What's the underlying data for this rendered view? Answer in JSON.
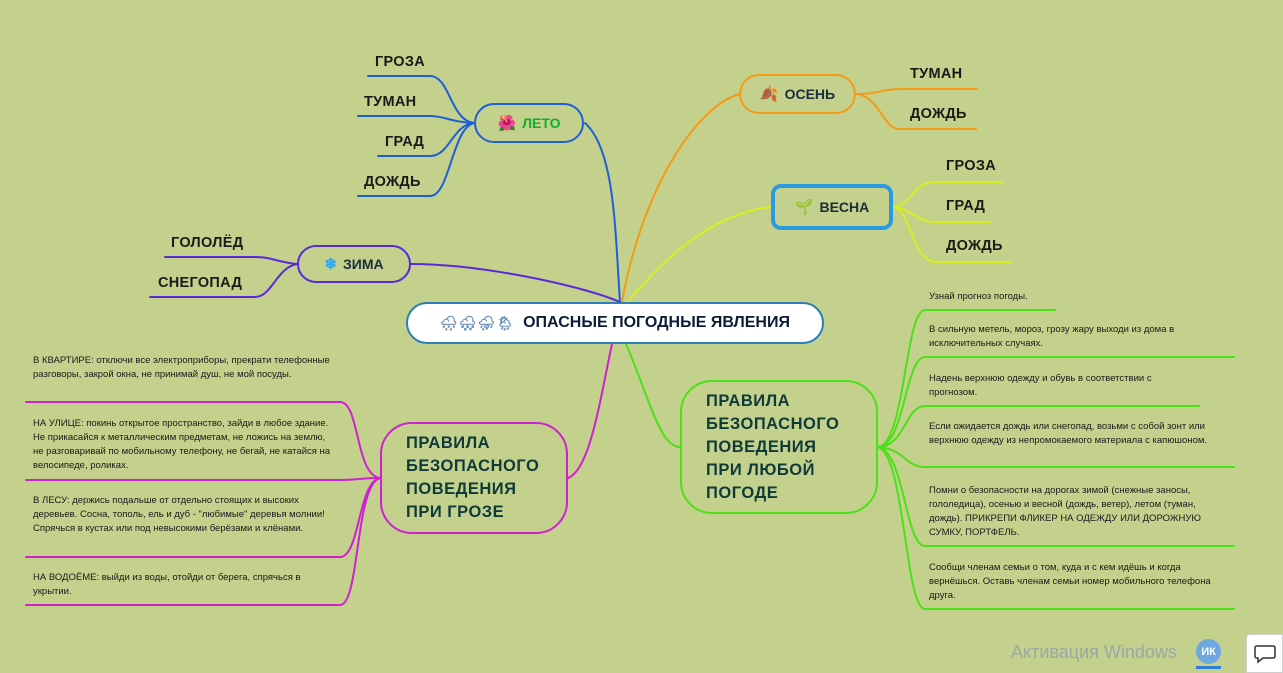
{
  "root": {
    "icons": "🌧🌨⛈🌦",
    "title": "ОПАСНЫЕ ПОГОДНЫЕ ЯВЛЕНИЯ"
  },
  "branches": {
    "leto": {
      "icon": "🌺",
      "label": "ЛЕТО",
      "color": "#1f5fd6",
      "items": [
        "ГРОЗА",
        "ТУМАН",
        "ГРАД",
        "ДОЖДЬ"
      ]
    },
    "zima": {
      "icon": "❄",
      "label": "ЗИМА",
      "color": "#5a2ad8",
      "items": [
        "ГОЛОЛЁД",
        "СНЕГОПАД"
      ]
    },
    "osen": {
      "icon": "🍂",
      "label": "ОСЕНЬ",
      "color": "#f59a18",
      "items": [
        "ТУМАН",
        "ДОЖДЬ"
      ]
    },
    "vesna": {
      "icon": "🌱",
      "label": "ВЕСНА",
      "color": "#d8ef20",
      "items": [
        "ГРОЗА",
        "ГРАД",
        "ДОЖДЬ"
      ]
    }
  },
  "groza_rules": {
    "label": "ПРАВИЛА БЕЗОПАСНОГО ПОВЕДЕНИЯ ПРИ   ГРОЗЕ",
    "color": "#d020d0",
    "items": [
      "В КВАРТИРЕ: отключи все электроприборы, прекрати телефонные разговоры, закрой окна, не принимай душ, не мой посуды.",
      "НА УЛИЦЕ: покинь открытое пространство,  зайди в любое здание. Не прикасайся к металлическим предметам, не ложись на землю, не разговаривай по мобильному телефону, не бегай, не катайся на велосипеде, роликах.",
      "В ЛЕСУ: держись подальше от отдельно стоящих и высоких деревьев. Сосна, тополь, ель и дуб - \"любимые\" деревья молнии! Спрячься в кустах или под невысокими берёзами и клёнами.",
      "НА ВОДОЁМЕ: выйди из воды, отойди от берега, спрячься в укрытии."
    ]
  },
  "any_rules": {
    "label": "ПРАВИЛА БЕЗОПАСНОГО ПОВЕДЕНИЯ ПРИ ЛЮБОЙ ПОГОДЕ",
    "color": "#4ce018",
    "items": [
      "Узнай  прогноз погоды.",
      "В сильную метель, мороз, грозу жару выходи из дома в исключительных случаях.",
      "Надень верхнюю одежду и обувь в соответствии с прогнозом.",
      "Если ожидается дождь или снегопад, возьми с собой зонт или верхнюю одежду из непромокаемого материала с капюшоном.",
      "Помни  о безопасности на дорогах зимой (снежные заносы, гололедица), осенью и весной (дождь, ветер), летом (туман, дождь). ПРИКРЕПИ ФЛИКЕР НА ОДЕЖДУ ИЛИ ДОРОЖНУЮ СУМКУ, ПОРТФЕЛЬ.",
      "Сообщи членам семьи о том, куда и с кем идёшь и когда вернёшься. Оставь членам семьи номер мобильного телефона друга."
    ]
  },
  "watermark": {
    "text": "Активация Windows",
    "badge": "ИК"
  }
}
